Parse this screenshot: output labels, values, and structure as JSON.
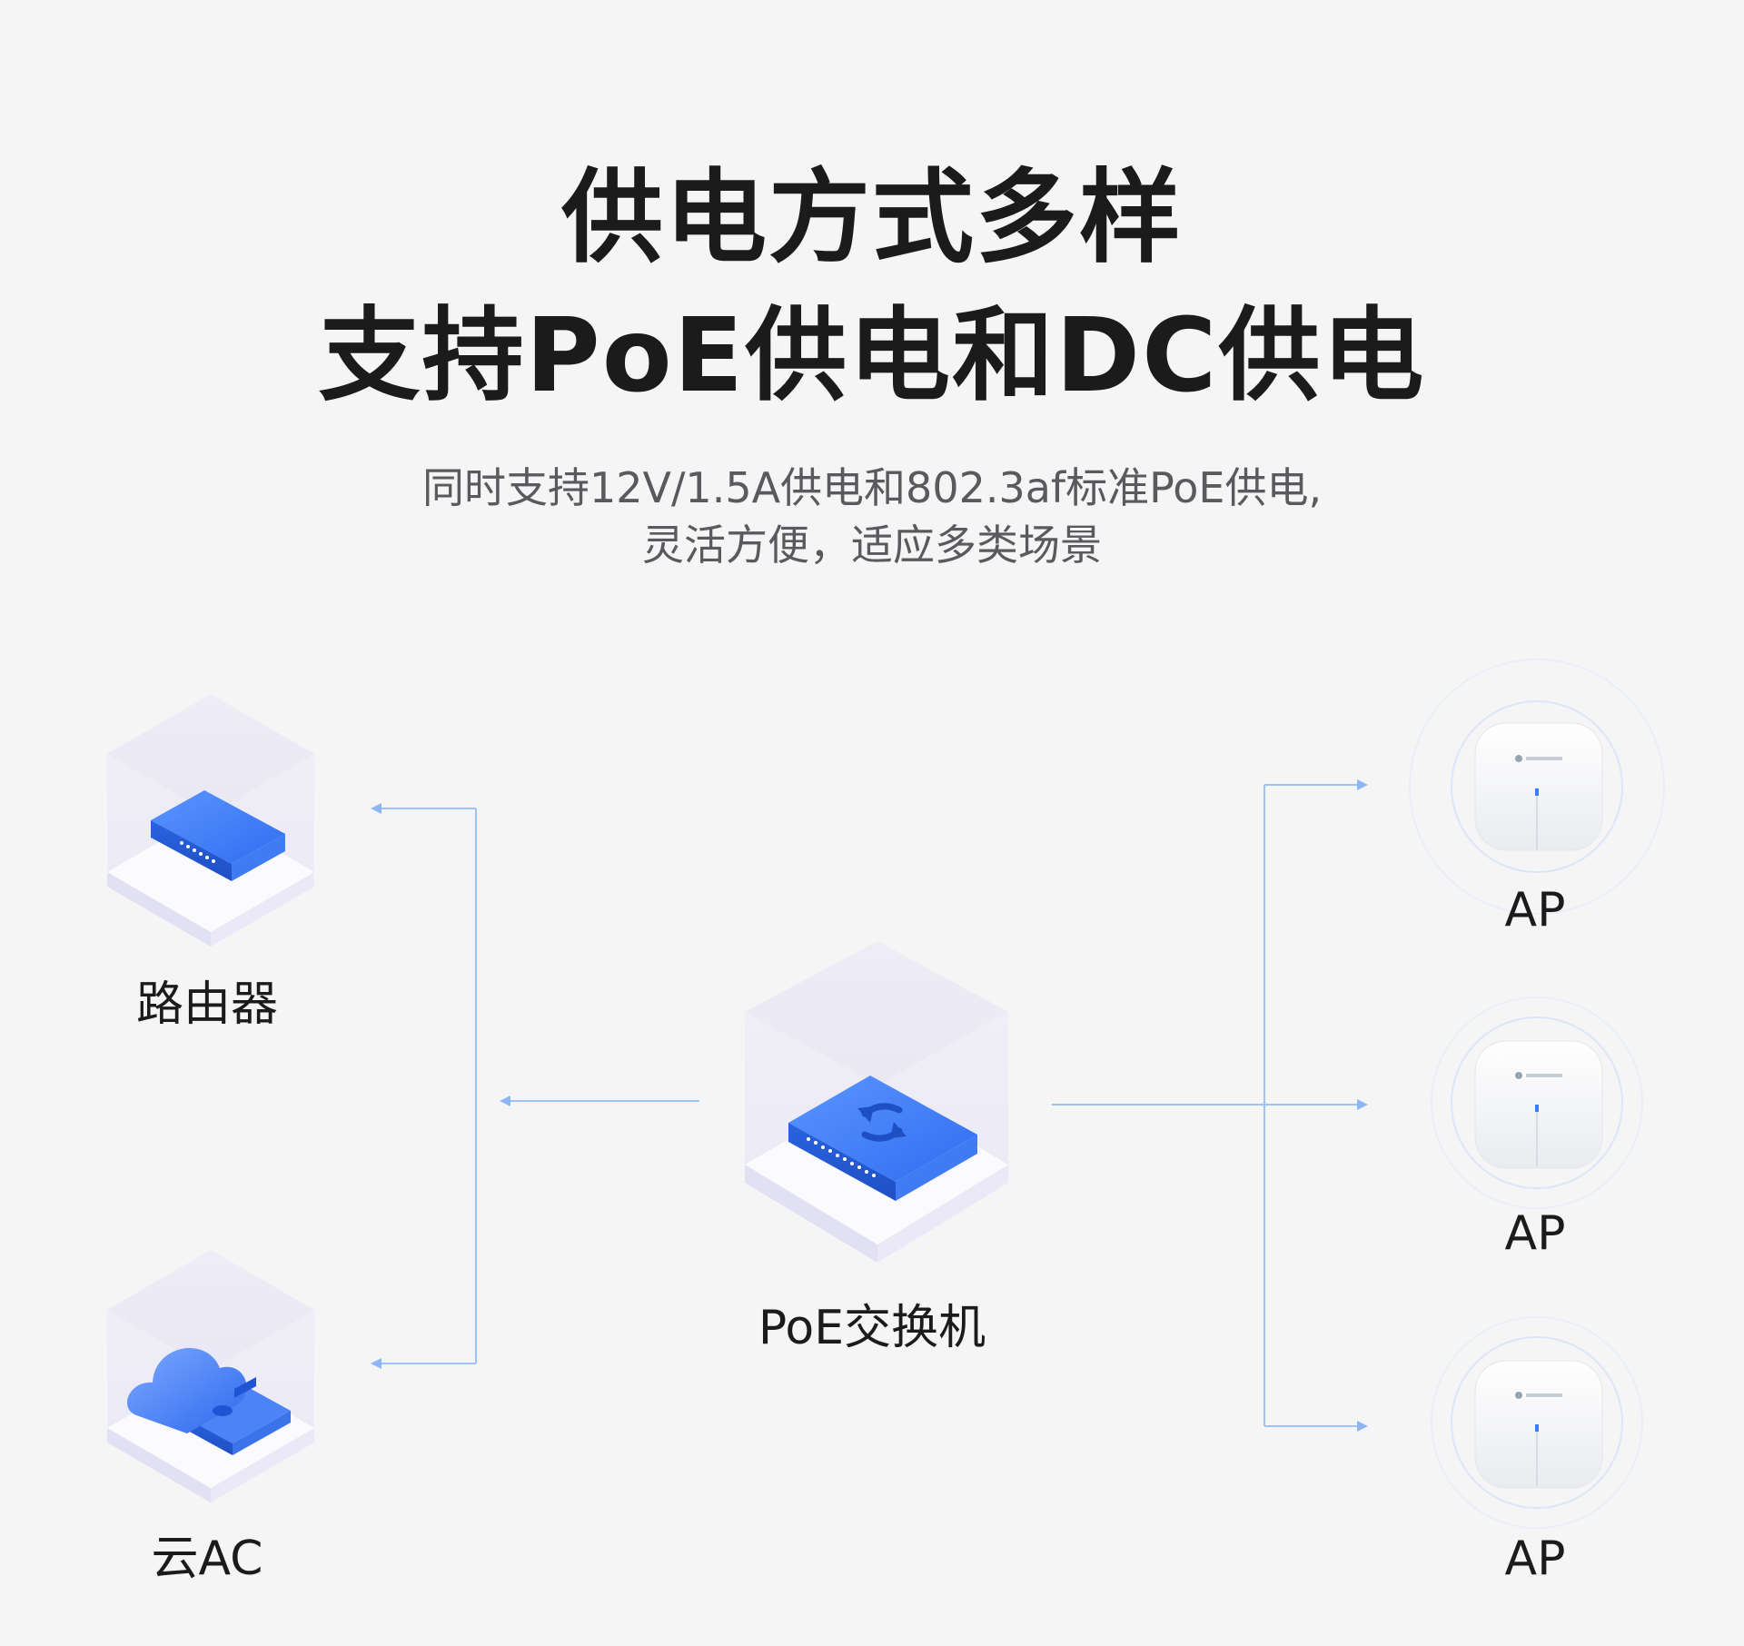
{
  "headline": {
    "line1": "供电方式多样",
    "line2": "支持PoE供电和DC供电"
  },
  "description": {
    "line1": "同时支持12V/1.5A供电和802.3af标准PoE供电,",
    "line2": "灵活方便，适应多类场景"
  },
  "nodes": {
    "router": "路由器",
    "cloud_ac": "云AC",
    "poe_switch": "PoE交换机",
    "ap_top": "AP",
    "ap_middle": "AP",
    "ap_bottom": "AP"
  },
  "colors": {
    "accent": "#3a7bff",
    "line": "#9ec1f7",
    "background": "#f5f5f6"
  }
}
